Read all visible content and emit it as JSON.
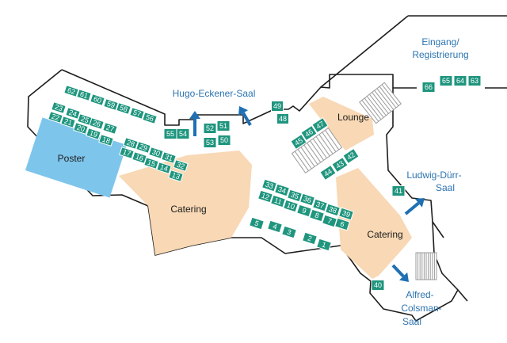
{
  "colors": {
    "stand": "#1f957e",
    "catering": "#f8d8b5",
    "poster": "#7ec5ec",
    "arrow": "#1f6fb3",
    "room_label": "#2c74b0",
    "outline": "#1d1d1b",
    "stairs": "#9a9a9a"
  },
  "icons": {
    "entrance_arrow": "arrow-icon",
    "stairs": "stairs-icon"
  },
  "zones": {
    "poster": "Poster",
    "catering_left": "Catering",
    "catering_right": "Catering",
    "lounge": "Lounge"
  },
  "rooms": {
    "hugo": "Hugo-Eckener-Saal",
    "entrance": [
      "Eingang/",
      "Registrierung"
    ],
    "ludwig": [
      "Ludwig-Dürr-",
      "Saal"
    ],
    "alfred": [
      "Alfred-",
      "Colsman-",
      "Saal"
    ]
  },
  "stands": [
    "62",
    "61",
    "60",
    "59",
    "58",
    "57",
    "56",
    "23",
    "24",
    "25",
    "26",
    "27",
    "22",
    "21",
    "20",
    "19",
    "18",
    "28",
    "29",
    "30",
    "31",
    "17",
    "16",
    "15",
    "14",
    "32",
    "13",
    "55",
    "54",
    "52",
    "51",
    "53",
    "50",
    "49",
    "48",
    "47",
    "46",
    "45",
    "44",
    "43",
    "42",
    "41",
    "33",
    "34",
    "35",
    "36",
    "37",
    "38",
    "12",
    "11",
    "10",
    "9",
    "8",
    "7",
    "39",
    "6",
    "5",
    "4",
    "3",
    "2",
    "1",
    "40",
    "66",
    "65",
    "64",
    "63"
  ]
}
